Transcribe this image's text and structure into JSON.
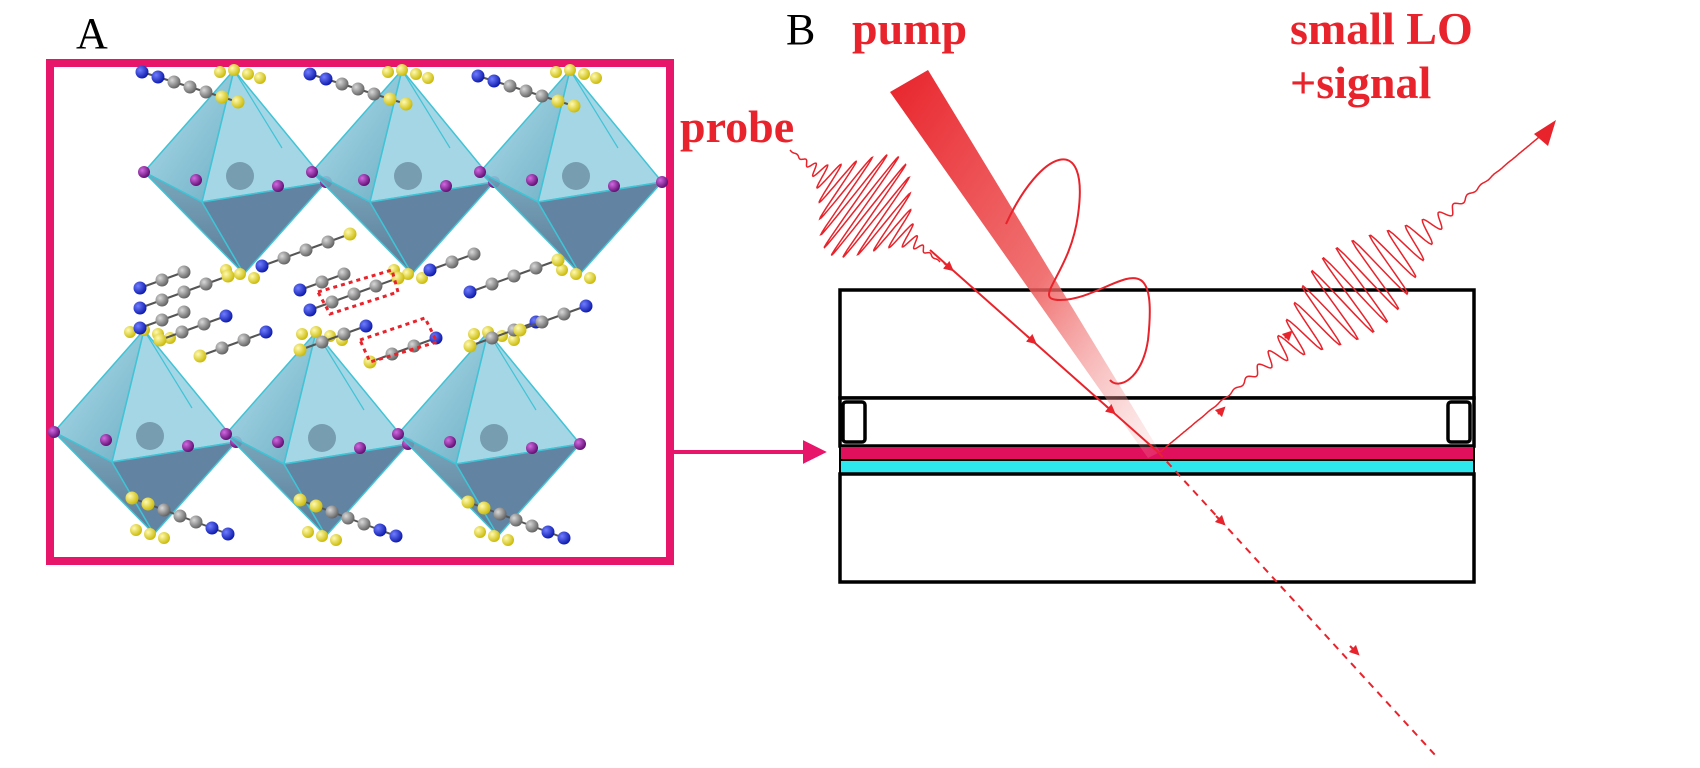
{
  "panels": {
    "a": {
      "letter": "A"
    },
    "b": {
      "letter": "B"
    }
  },
  "beams": {
    "pump": "pump",
    "probe": "probe",
    "output_line1": "small LO",
    "output_line2": "+signal"
  },
  "colors": {
    "beam_red": "#e8232b",
    "frame_magenta": "#e8166b",
    "layer_cyan": "#2ee6ee",
    "layer_magenta": "#e0105c",
    "octahedron": "#7fc6d8",
    "atom_blue": "#1a2bd6",
    "atom_gray": "#8a8a8a",
    "atom_yellow": "#f2e51a",
    "atom_purple": "#8b1a9a"
  }
}
